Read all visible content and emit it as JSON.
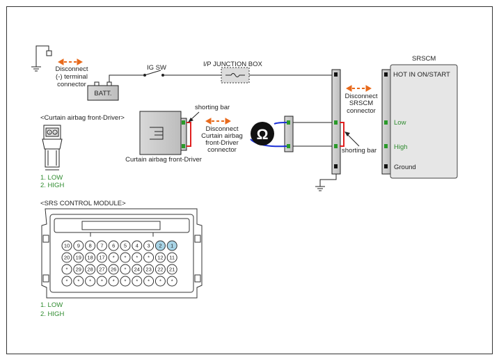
{
  "labels": {
    "disconnect_terminal": [
      "Disconnect",
      "(-) terminal",
      "connector"
    ],
    "batt": "BATT.",
    "ig_sw": "IG SW",
    "junction_box": "I/P JUNCTION BOX",
    "srscm_title": "SRSCM",
    "srscm_pins": [
      "HOT IN ON/START",
      "Low",
      "High",
      "Ground"
    ],
    "disconnect_srscm": [
      "Disconnect",
      "SRSCM",
      "connector"
    ],
    "shorting_bar_right": "shorting bar",
    "shorting_bar_left": "shorting bar",
    "disconnect_curtain": [
      "Disconnect",
      "Curtain airbag",
      "front-Driver",
      "connector"
    ],
    "curtain_component": "Curtain airbag front-Driver",
    "ohm_symbol": "Ω",
    "curtain_connector_title": "<Curtain airbag front-Driver>",
    "curtain_pins": [
      "1. LOW",
      "2. HIGH"
    ],
    "srs_module_title": "<SRS CONTROL MODULE>",
    "srs_pins": [
      "1. LOW",
      "2. HIGH"
    ]
  },
  "srs_connector_rows": [
    [
      "10",
      "9",
      "8",
      "7",
      "6",
      "5",
      "4",
      "3",
      "2",
      "1"
    ],
    [
      "20",
      "19",
      "18",
      "17",
      "*",
      "*",
      "*",
      "*",
      "12",
      "11"
    ],
    [
      "*",
      "29",
      "28",
      "27",
      "26",
      "*",
      "24",
      "23",
      "22",
      "21"
    ],
    [
      "*",
      "*",
      "*",
      "*",
      "*",
      "*",
      "*",
      "*",
      "*",
      "*"
    ]
  ],
  "highlighted_pins": [
    "1",
    "2"
  ],
  "colors": {
    "arrow": "#e86a1c",
    "wire_blue": "#1a2fd6",
    "shorting_bar": "#e02020",
    "pin_green": "#2a9a2a",
    "pin_highlight": "#a8d4e6",
    "text_green": "#2e8b2e"
  }
}
